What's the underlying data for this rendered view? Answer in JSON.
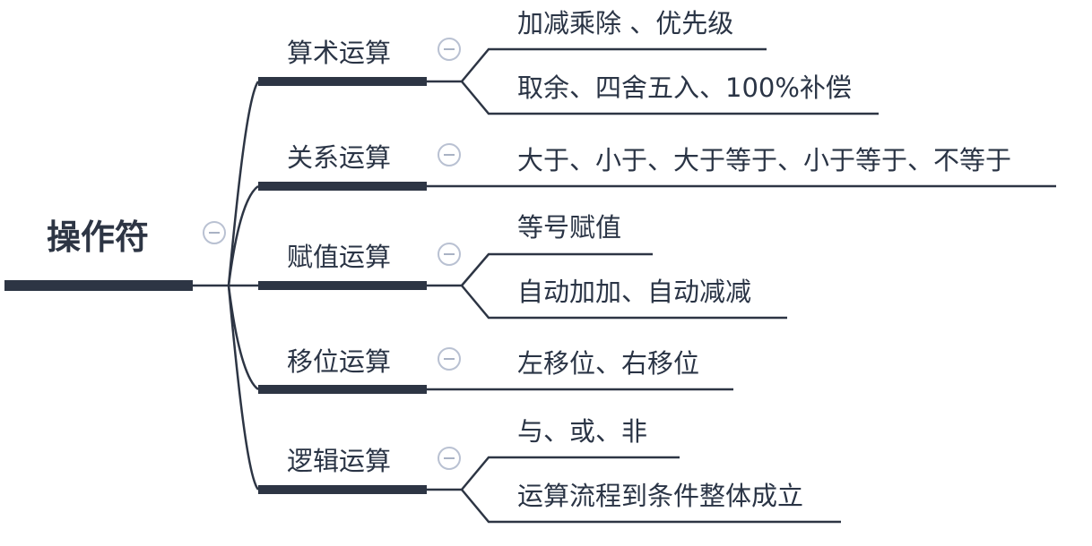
{
  "root": {
    "label": "操作符",
    "branches": [
      {
        "label": "算术运算",
        "children": [
          {
            "label": "加减乘除 、优先级"
          },
          {
            "label": "取余、四舍五入、100%补偿"
          }
        ]
      },
      {
        "label": "关系运算",
        "children": [
          {
            "label": "大于、小于、大于等于、小于等于、不等于"
          }
        ]
      },
      {
        "label": "赋值运算",
        "children": [
          {
            "label": "等号赋值"
          },
          {
            "label": "自动加加、自动减减"
          }
        ]
      },
      {
        "label": "移位运算",
        "children": [
          {
            "label": "左移位、右移位"
          }
        ]
      },
      {
        "label": "逻辑运算",
        "children": [
          {
            "label": "与、或、非"
          },
          {
            "label": "运算流程到条件整体成立"
          }
        ]
      }
    ]
  },
  "colors": {
    "line": "#2d3544",
    "text": "#2a3445",
    "toggle_border": "#b9c1d2"
  },
  "icons": {
    "toggle": "collapse-minus-icon"
  }
}
